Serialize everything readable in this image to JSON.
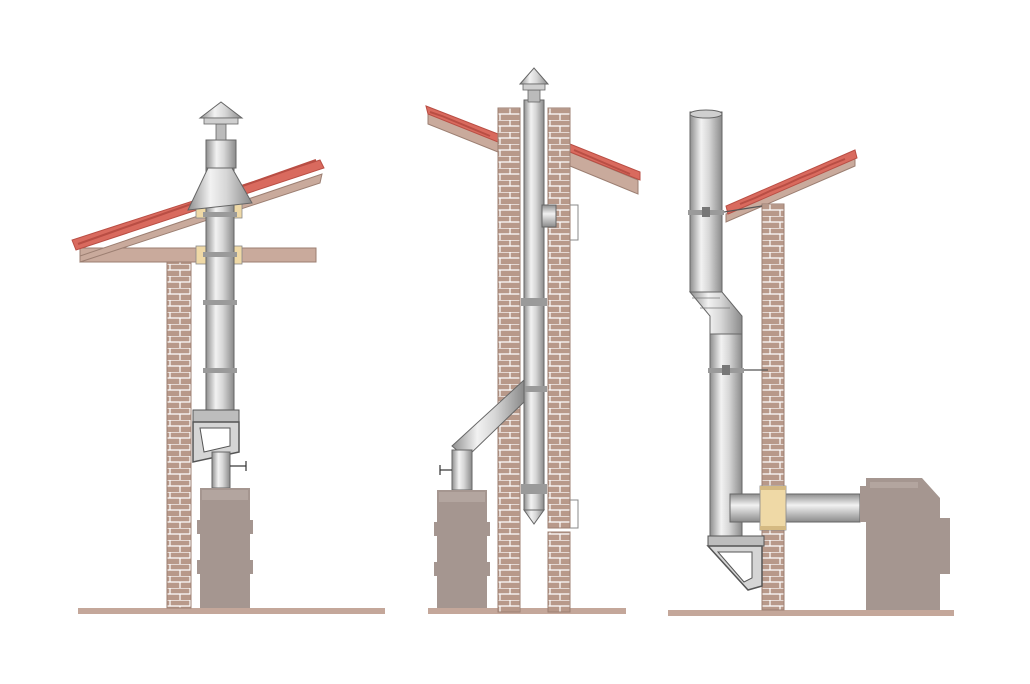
{
  "diagram": {
    "panels": [
      {
        "id": "roof-through-install"
      },
      {
        "id": "inner-chimney-install"
      },
      {
        "id": "external-wall-install"
      }
    ],
    "colors": {
      "brick": "#b8998a",
      "brick_line": "#ffffff",
      "floor": "#c4a79a",
      "roof_board": "#c9aa9c",
      "tile": "#d96a5e",
      "tile_dark": "#b94e44",
      "steel_light": "#ececec",
      "steel_mid": "#c9c9c9",
      "steel_dark": "#8e8e8e",
      "stove": "#a59690",
      "insulation": "#efd9a6",
      "outline": "#555555"
    }
  }
}
